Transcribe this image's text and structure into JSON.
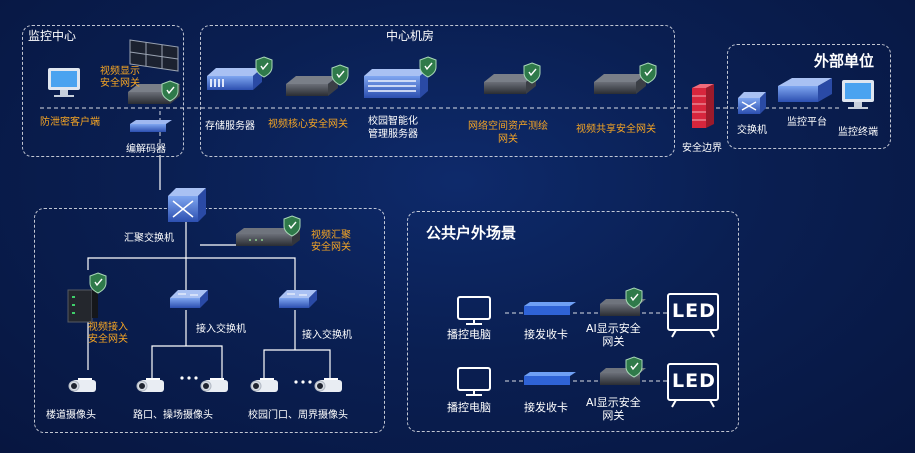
{
  "colors": {
    "accent_orange": "#f5a524",
    "shield_green": "#2f7a4a",
    "firewall_red": "#d7263d",
    "device_blue": "#3a66c8"
  },
  "monitor_center": {
    "title": "监控中心",
    "video_display_gateway": "视频显示\n安全网关",
    "leak_client": "防泄密客户端",
    "decoder": "编解码器"
  },
  "central_room": {
    "title": "中心机房",
    "storage_server": "存储服务器",
    "video_core_gateway": "视频核心安全网关",
    "campus_smart_mgmt": "校园智能化\n管理服务器",
    "asset_mapping_gateway": "网络空间资产测绘\n网关",
    "video_share_gateway": "视频共享安全网关"
  },
  "security_border": "安全边界",
  "external": {
    "title": "外部单位",
    "switch": "交换机",
    "platform": "监控平台",
    "terminal": "监控终端"
  },
  "campus": {
    "aggregation_switch": "汇聚交换机",
    "video_agg_gateway": "视频汇聚\n安全网关",
    "video_access_gateway": "视频接入\n安全网关",
    "access_switch_1": "接入交换机",
    "access_switch_2": "接入交换机",
    "corridor_camera": "楼道摄像头",
    "road_camera": "路口、操场摄像头",
    "gate_camera": "校园门口、周界摄像头"
  },
  "outdoor": {
    "title": "公共户外场景",
    "rows": [
      {
        "pc": "播控电脑",
        "card": "接发收卡",
        "gateway": "AI显示安全\n网关",
        "screen": "LED"
      },
      {
        "pc": "播控电脑",
        "card": "接发收卡",
        "gateway": "AI显示安全\n网关",
        "screen": "LED"
      }
    ]
  }
}
